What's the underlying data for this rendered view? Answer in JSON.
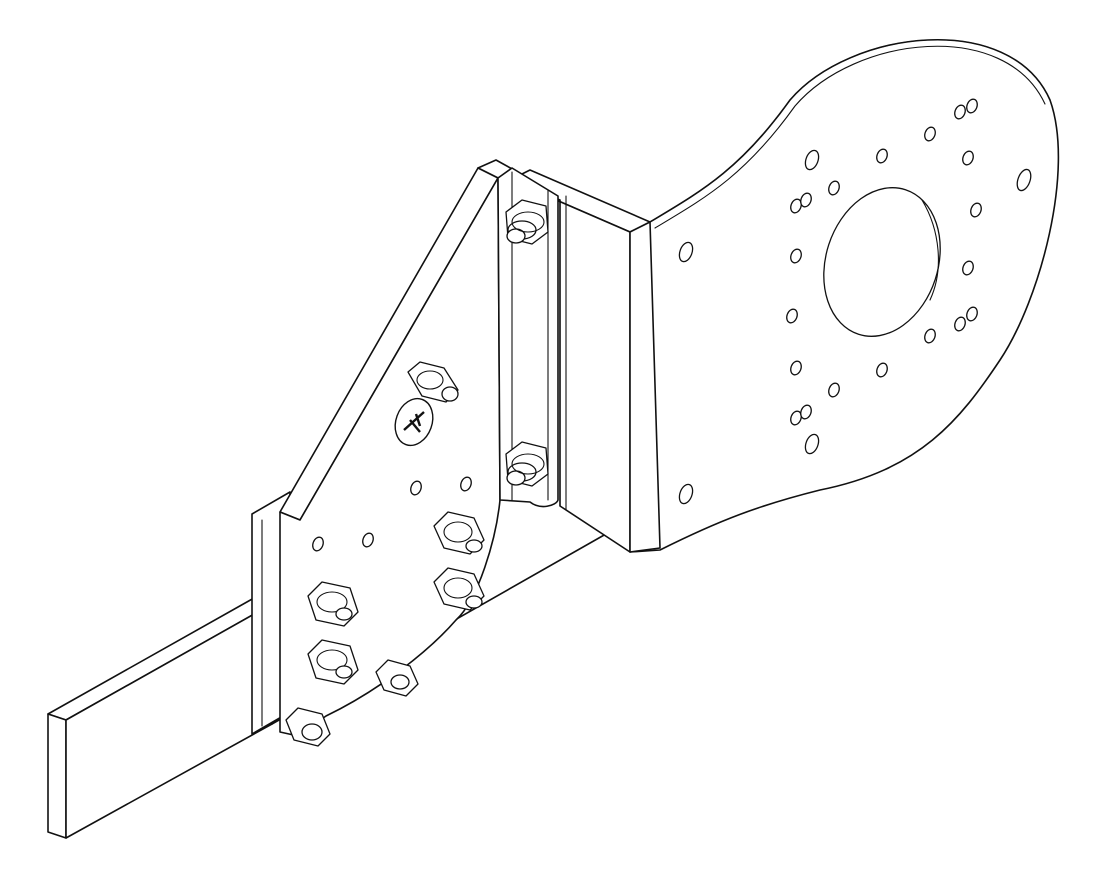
{
  "drawing": {
    "view": "isometric",
    "style": "black line art on white",
    "components": [
      "flat-bar",
      "triangular-gusset-plate",
      "vertical-rib-plate",
      "round-flange-plate",
      "hex-nuts",
      "logo-badge"
    ]
  },
  "colors": {
    "line": "#111111",
    "background": "#ffffff"
  }
}
